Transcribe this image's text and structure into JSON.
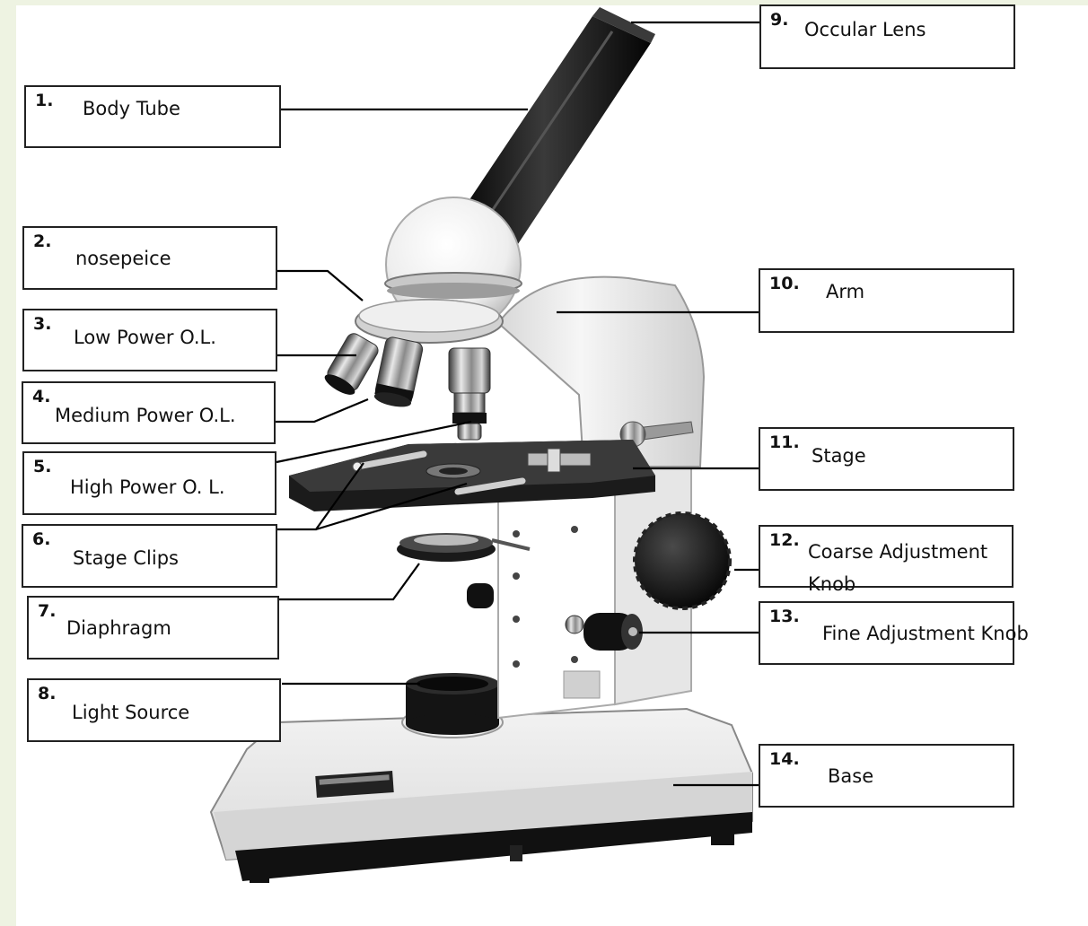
{
  "labels": [
    {
      "num": "1.",
      "text": "Body Tube"
    },
    {
      "num": "2.",
      "text": "nosepeice"
    },
    {
      "num": "3.",
      "text": "Low Power O.L."
    },
    {
      "num": "4.",
      "text": "Medium Power O.L."
    },
    {
      "num": "5.",
      "text": "High Power O. L."
    },
    {
      "num": "6.",
      "text": "Stage Clips"
    },
    {
      "num": "7.",
      "text": "Diaphragm"
    },
    {
      "num": "8.",
      "text": "Light Source"
    },
    {
      "num": "9.",
      "text": "Occular Lens"
    },
    {
      "num": "10.",
      "text": "Arm"
    },
    {
      "num": "11.",
      "text": "Stage"
    },
    {
      "num": "12.",
      "text": "Coarse Adjustment Knob",
      "line1": "Coarse Adjustment",
      "line2": "Knob"
    },
    {
      "num": "13.",
      "text": "Fine Adjustment Knob"
    },
    {
      "num": "14.",
      "text": "Base"
    }
  ]
}
